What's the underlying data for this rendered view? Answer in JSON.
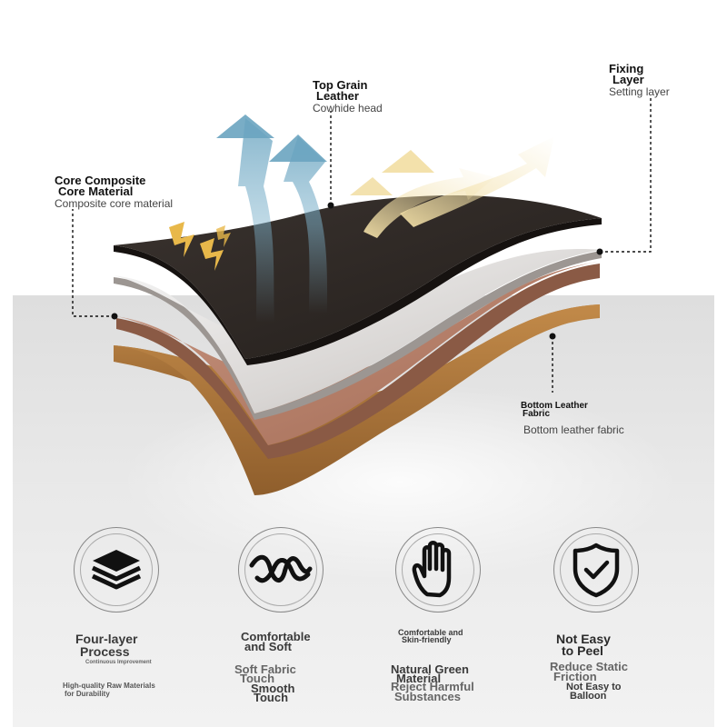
{
  "labels": {
    "top_grain": {
      "title_line1": "Top Grain",
      "title_line2": "Leather",
      "subtitle": "Cowhide head"
    },
    "fixing": {
      "title_line1": "Fixing",
      "title_line2": "Layer",
      "subtitle": "Setting layer"
    },
    "core": {
      "title_line1": "Core Composite",
      "title_line2": "Core Material",
      "subtitle": "Composite core material"
    },
    "bottom": {
      "title_line1": "Bottom Leather",
      "title_line2": "Fabric",
      "subtitle": "Bottom leather fabric"
    }
  },
  "features": [
    {
      "icon": "layers-icon",
      "title_line1": "Four-layer",
      "title_line2": "Process",
      "small": "Continuous Improvement",
      "desc_line1": "High-quality Raw Materials",
      "desc_line2": "for Durability"
    },
    {
      "icon": "wave-icon",
      "title_line1": "Comfortable",
      "title_line2": "and Soft",
      "desc_line1": "Soft Fabric",
      "desc_line2": "Touch",
      "desc_line3": "Smooth",
      "desc_line4": "Touch"
    },
    {
      "icon": "hand-icon",
      "title_line1": "Comfortable and",
      "title_line2": "Skin-friendly",
      "desc_line1": "Natural Green",
      "desc_line2": "Material",
      "desc_line3": "Reject Harmful",
      "desc_line4": "Substances"
    },
    {
      "icon": "shield-check-icon",
      "title_line1": "Not Easy",
      "title_line2": "to Peel",
      "desc_line1": "Reduce Static",
      "desc_line2": "Friction",
      "desc_line3": "Not Easy to",
      "desc_line4": "Balloon"
    }
  ],
  "colors": {
    "top_layer": "#2f2926",
    "fixing_layer": "#e9e9e9",
    "core_layer": "#b9826b",
    "bottom_layer": "#b07a3e",
    "arrow_blue": "#7fb3cc",
    "arrow_gold": "#f2dfa6",
    "lightning": "#e8b84a"
  }
}
